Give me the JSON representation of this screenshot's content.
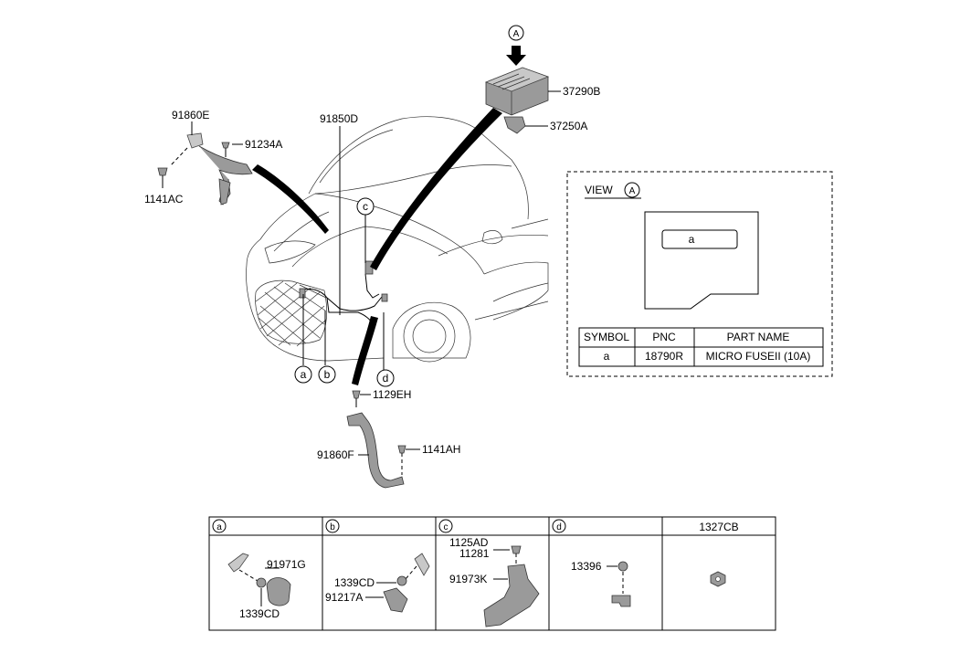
{
  "labels": {
    "p91860E": "91860E",
    "p91234A": "91234A",
    "p1141AC": "1141AC",
    "p91850D": "91850D",
    "p37290B": "37290B",
    "p37250A": "37250A",
    "p1129EH": "1129EH",
    "p91860F": "91860F",
    "p1141AH": "1141AH"
  },
  "callouts": {
    "A_top": "A",
    "A_view": "A",
    "a": "a",
    "b": "b",
    "c": "c",
    "d": "d"
  },
  "view_box": {
    "title": "VIEW",
    "fuse_label": "a",
    "table": {
      "headers": [
        "SYMBOL",
        "PNC",
        "PART NAME"
      ],
      "rows": [
        [
          "a",
          "18790R",
          "MICRO FUSEII (10A)"
        ]
      ]
    }
  },
  "detail_table": {
    "headers": [
      {
        "symbol": "a",
        "text": ""
      },
      {
        "symbol": "b",
        "text": ""
      },
      {
        "symbol": "c",
        "text": ""
      },
      {
        "symbol": "d",
        "text": ""
      },
      {
        "symbol": "",
        "text": "1327CB"
      }
    ],
    "cell_a": {
      "p1": "91971G",
      "p2": "1339CD"
    },
    "cell_b": {
      "p1": "1339CD",
      "p2": "91217A"
    },
    "cell_c": {
      "p1": "1125AD",
      "p2": "11281",
      "p3": "91973K"
    },
    "cell_d": {
      "p1": "13396"
    }
  }
}
